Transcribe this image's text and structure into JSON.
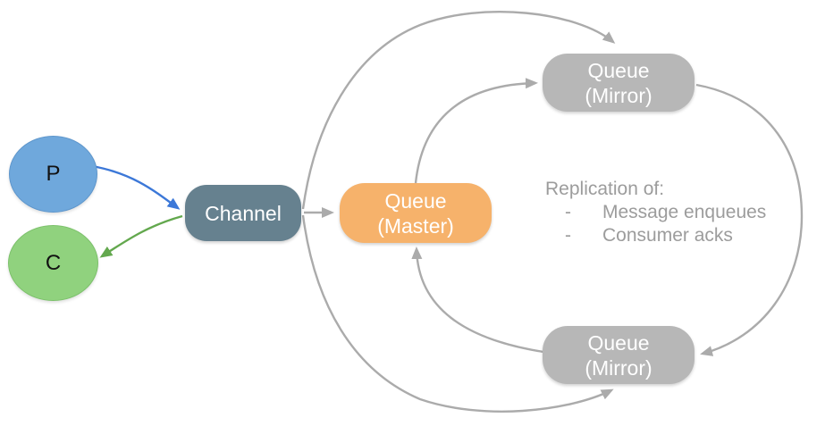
{
  "diagram": {
    "type": "flow-diagram",
    "background": "#ffffff",
    "nodes": {
      "producer": {
        "label": "P"
      },
      "consumer": {
        "label": "C"
      },
      "channel": {
        "label": "Channel"
      },
      "master": {
        "line1": "Queue",
        "line2": "(Master)"
      },
      "mirror_top": {
        "line1": "Queue",
        "line2": "(Mirror)"
      },
      "mirror_bottom": {
        "line1": "Queue",
        "line2": "(Mirror)"
      }
    },
    "annotation": {
      "heading": "Replication of:",
      "bullets": [
        {
          "marker": "-",
          "text": "Message enqueues"
        },
        {
          "marker": "-",
          "text": "Consumer acks"
        }
      ]
    },
    "edges": [
      {
        "from": "producer",
        "to": "channel",
        "style": "blue",
        "route": "curve"
      },
      {
        "from": "channel",
        "to": "consumer",
        "style": "green",
        "route": "curve"
      },
      {
        "from": "channel",
        "to": "queue-master",
        "style": "gray",
        "route": "straight"
      },
      {
        "from": "channel",
        "to": "queue-mirror-top",
        "style": "gray",
        "route": "outer-top"
      },
      {
        "from": "queue-master",
        "to": "queue-mirror-top",
        "style": "gray",
        "route": "inner-top"
      },
      {
        "from": "queue-mirror-top",
        "to": "queue-mirror-bottom",
        "style": "gray",
        "route": "right-loop"
      },
      {
        "from": "queue-mirror-bottom",
        "to": "queue-master",
        "style": "gray",
        "route": "inner-bottom"
      },
      {
        "from": "channel",
        "to": "queue-mirror-bottom",
        "style": "gray",
        "route": "outer-bottom"
      }
    ],
    "colors": {
      "producer_fill": "#6fa8dc",
      "producer_border": "#5e96cc",
      "consumer_fill": "#90d27e",
      "consumer_border": "#7cc16b",
      "channel_fill": "#66818f",
      "master_fill": "#f6b26b",
      "mirror_fill": "#b7b7b7",
      "node_text": "#ffffff",
      "endpoint_text": "#111111",
      "arrow_gray": "#ababab",
      "arrow_blue": "#3c78d8",
      "arrow_green": "#63a84e",
      "annotation_text": "#9c9c9c"
    }
  }
}
